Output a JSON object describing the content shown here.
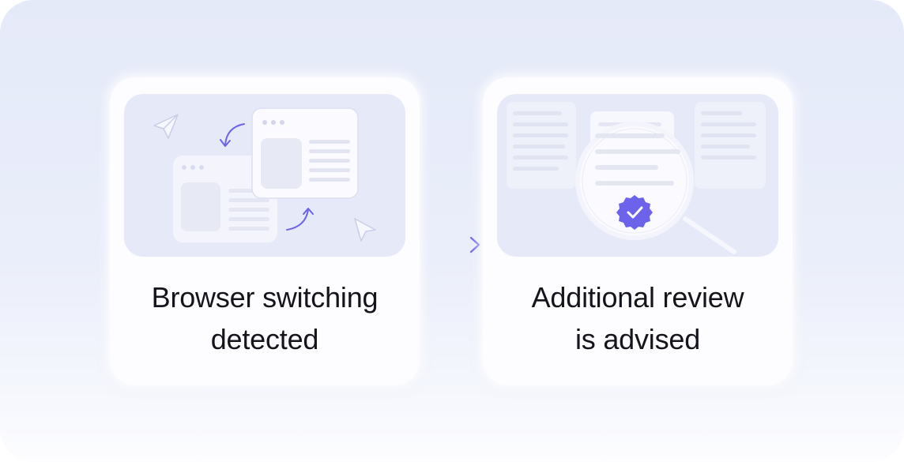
{
  "steps": [
    {
      "caption_line1": "Browser switching",
      "caption_line2": "detected",
      "illustration_icons": [
        "browser-window-icon",
        "browser-window-icon",
        "switch-arrow-icon",
        "switch-arrow-icon",
        "cursor-icon",
        "paper-plane-icon"
      ]
    },
    {
      "caption_line1": "Additional review",
      "caption_line2": "is advised",
      "illustration_icons": [
        "document-icon",
        "magnifier-icon",
        "verified-badge-icon"
      ]
    }
  ],
  "connector_icon": "arrow-right-icon",
  "colors": {
    "accent": "#6c63ea",
    "panel_background": "#e5eaf9",
    "card_background": "#fdfdff",
    "illustration_background": "#e6eaf8",
    "text": "#14141c"
  }
}
